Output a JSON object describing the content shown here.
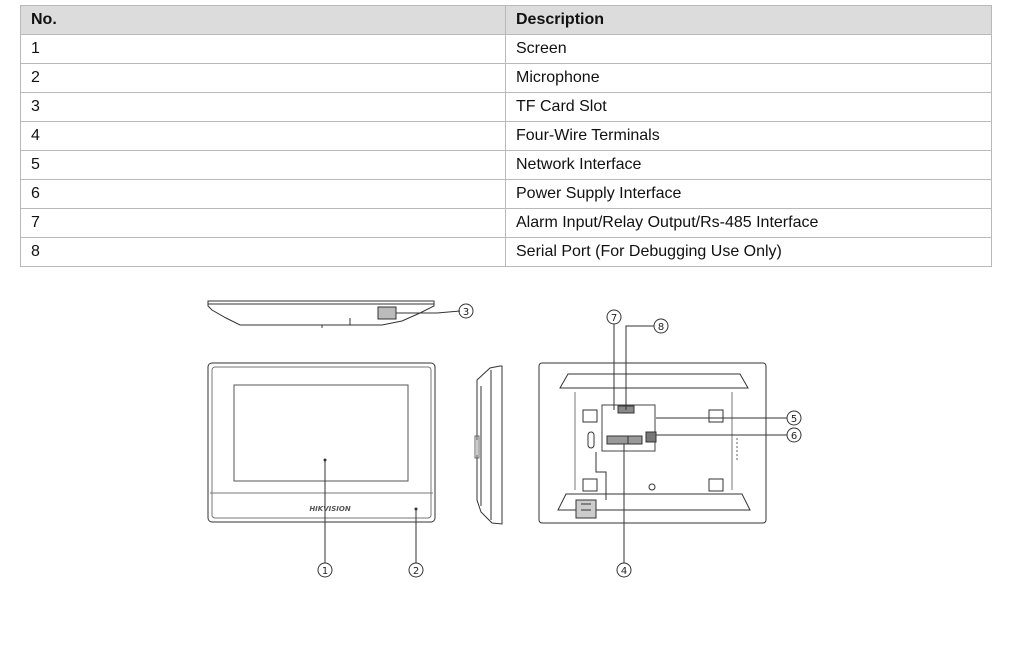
{
  "table": {
    "headers": [
      "No.",
      "Description"
    ],
    "rows": [
      {
        "no": "1",
        "desc": "Screen"
      },
      {
        "no": "2",
        "desc": "Microphone"
      },
      {
        "no": "3",
        "desc": "TF Card Slot"
      },
      {
        "no": "4",
        "desc": "Four-Wire Terminals"
      },
      {
        "no": "5",
        "desc": "Network Interface"
      },
      {
        "no": "6",
        "desc": "Power Supply Interface"
      },
      {
        "no": "7",
        "desc": "Alarm Input/Relay Output/Rs-485 Interface"
      },
      {
        "no": "8",
        "desc": "Serial Port (For Debugging Use Only)"
      }
    ]
  },
  "diagram": {
    "brand_logo": "HIKVISION",
    "callouts": [
      "1",
      "2",
      "3",
      "4",
      "5",
      "6",
      "7",
      "8"
    ]
  }
}
